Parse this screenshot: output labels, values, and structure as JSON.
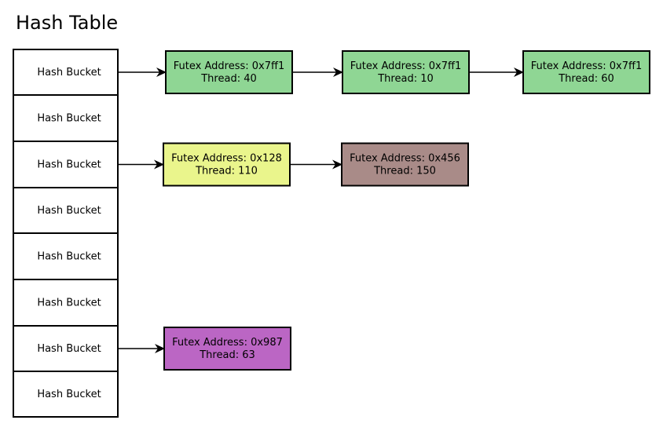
{
  "title": "Hash Table",
  "buckets": [
    {
      "label": "Hash Bucket",
      "nodes": [
        {
          "address": "Futex Address: 0x7ff1",
          "thread": "Thread: 40",
          "color": "#8fd694"
        },
        {
          "address": "Futex Address: 0x7ff1",
          "thread": "Thread: 10",
          "color": "#8fd694"
        },
        {
          "address": "Futex Address: 0x7ff1",
          "thread": "Thread: 60",
          "color": "#8fd694"
        }
      ]
    },
    {
      "label": "Hash Bucket",
      "nodes": []
    },
    {
      "label": "Hash Bucket",
      "nodes": [
        {
          "address": "Futex Address: 0x128",
          "thread": "Thread: 110",
          "color": "#eaf58c"
        },
        {
          "address": "Futex Address: 0x456",
          "thread": "Thread: 150",
          "color": "#a98b88"
        }
      ]
    },
    {
      "label": "Hash Bucket",
      "nodes": []
    },
    {
      "label": "Hash Bucket",
      "nodes": []
    },
    {
      "label": "Hash Bucket",
      "nodes": []
    },
    {
      "label": "Hash Bucket",
      "nodes": [
        {
          "address": "Futex Address: 0x987",
          "thread": "Thread: 63",
          "color": "#bb66c4"
        }
      ]
    },
    {
      "label": "Hash Bucket",
      "nodes": []
    }
  ]
}
